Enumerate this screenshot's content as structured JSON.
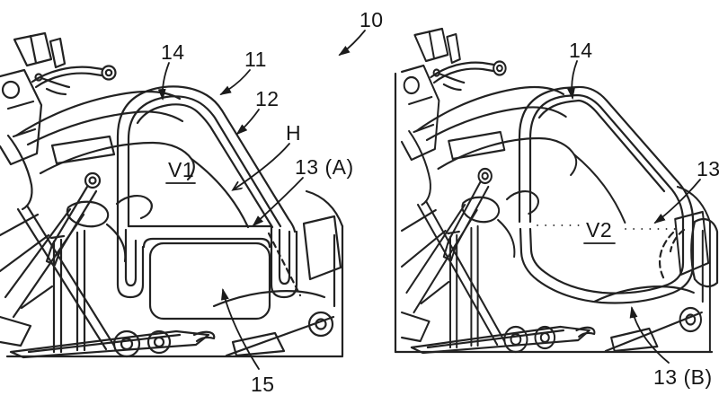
{
  "drawing": {
    "background": "#ffffff",
    "line_color": "#222222",
    "label_color": "#161616"
  },
  "labels": {
    "assembly": "10",
    "fig_a": {
      "frame_pipe": "14",
      "cover": "11",
      "screen": "12",
      "opening": "H",
      "view": "V1",
      "airbag_folded": "13 (A)",
      "module": "15"
    },
    "fig_b": {
      "frame_pipe": "14",
      "airbag": "13",
      "view": "V2",
      "airbag_deployed": "13 (B)"
    }
  }
}
